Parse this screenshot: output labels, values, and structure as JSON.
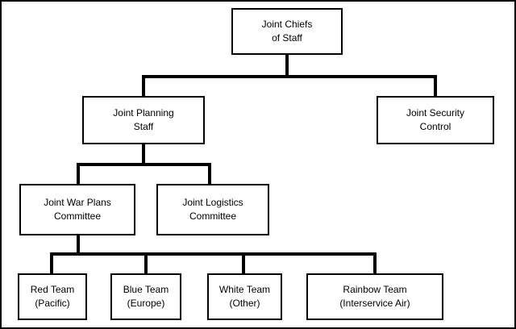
{
  "nodes": {
    "jcs": {
      "lines": [
        "Joint Chiefs",
        "of Staff"
      ]
    },
    "jps": {
      "lines": [
        "Joint Planning",
        "Staff"
      ]
    },
    "jsc": {
      "lines": [
        "Joint Security",
        "Control"
      ]
    },
    "jwpc": {
      "lines": [
        "Joint War Plans",
        "Committee"
      ]
    },
    "jlc": {
      "lines": [
        "Joint Logistics",
        "Committee"
      ]
    },
    "red": {
      "lines": [
        "Red Team",
        "(Pacific)"
      ]
    },
    "blue": {
      "lines": [
        "Blue Team",
        "(Europe)"
      ]
    },
    "white": {
      "lines": [
        "White Team",
        "(Other)"
      ]
    },
    "rainbow": {
      "lines": [
        "Rainbow Team",
        "(Interservice Air)"
      ]
    }
  },
  "links": [
    [
      "jcs",
      "jps"
    ],
    [
      "jcs",
      "jsc"
    ],
    [
      "jps",
      "jwpc"
    ],
    [
      "jps",
      "jlc"
    ],
    [
      "jwpc",
      "red"
    ],
    [
      "jwpc",
      "blue"
    ],
    [
      "jwpc",
      "white"
    ],
    [
      "jwpc",
      "rainbow"
    ]
  ],
  "colors": {
    "line": "#000000",
    "box_border": "#000000",
    "background": "#ffffff"
  }
}
